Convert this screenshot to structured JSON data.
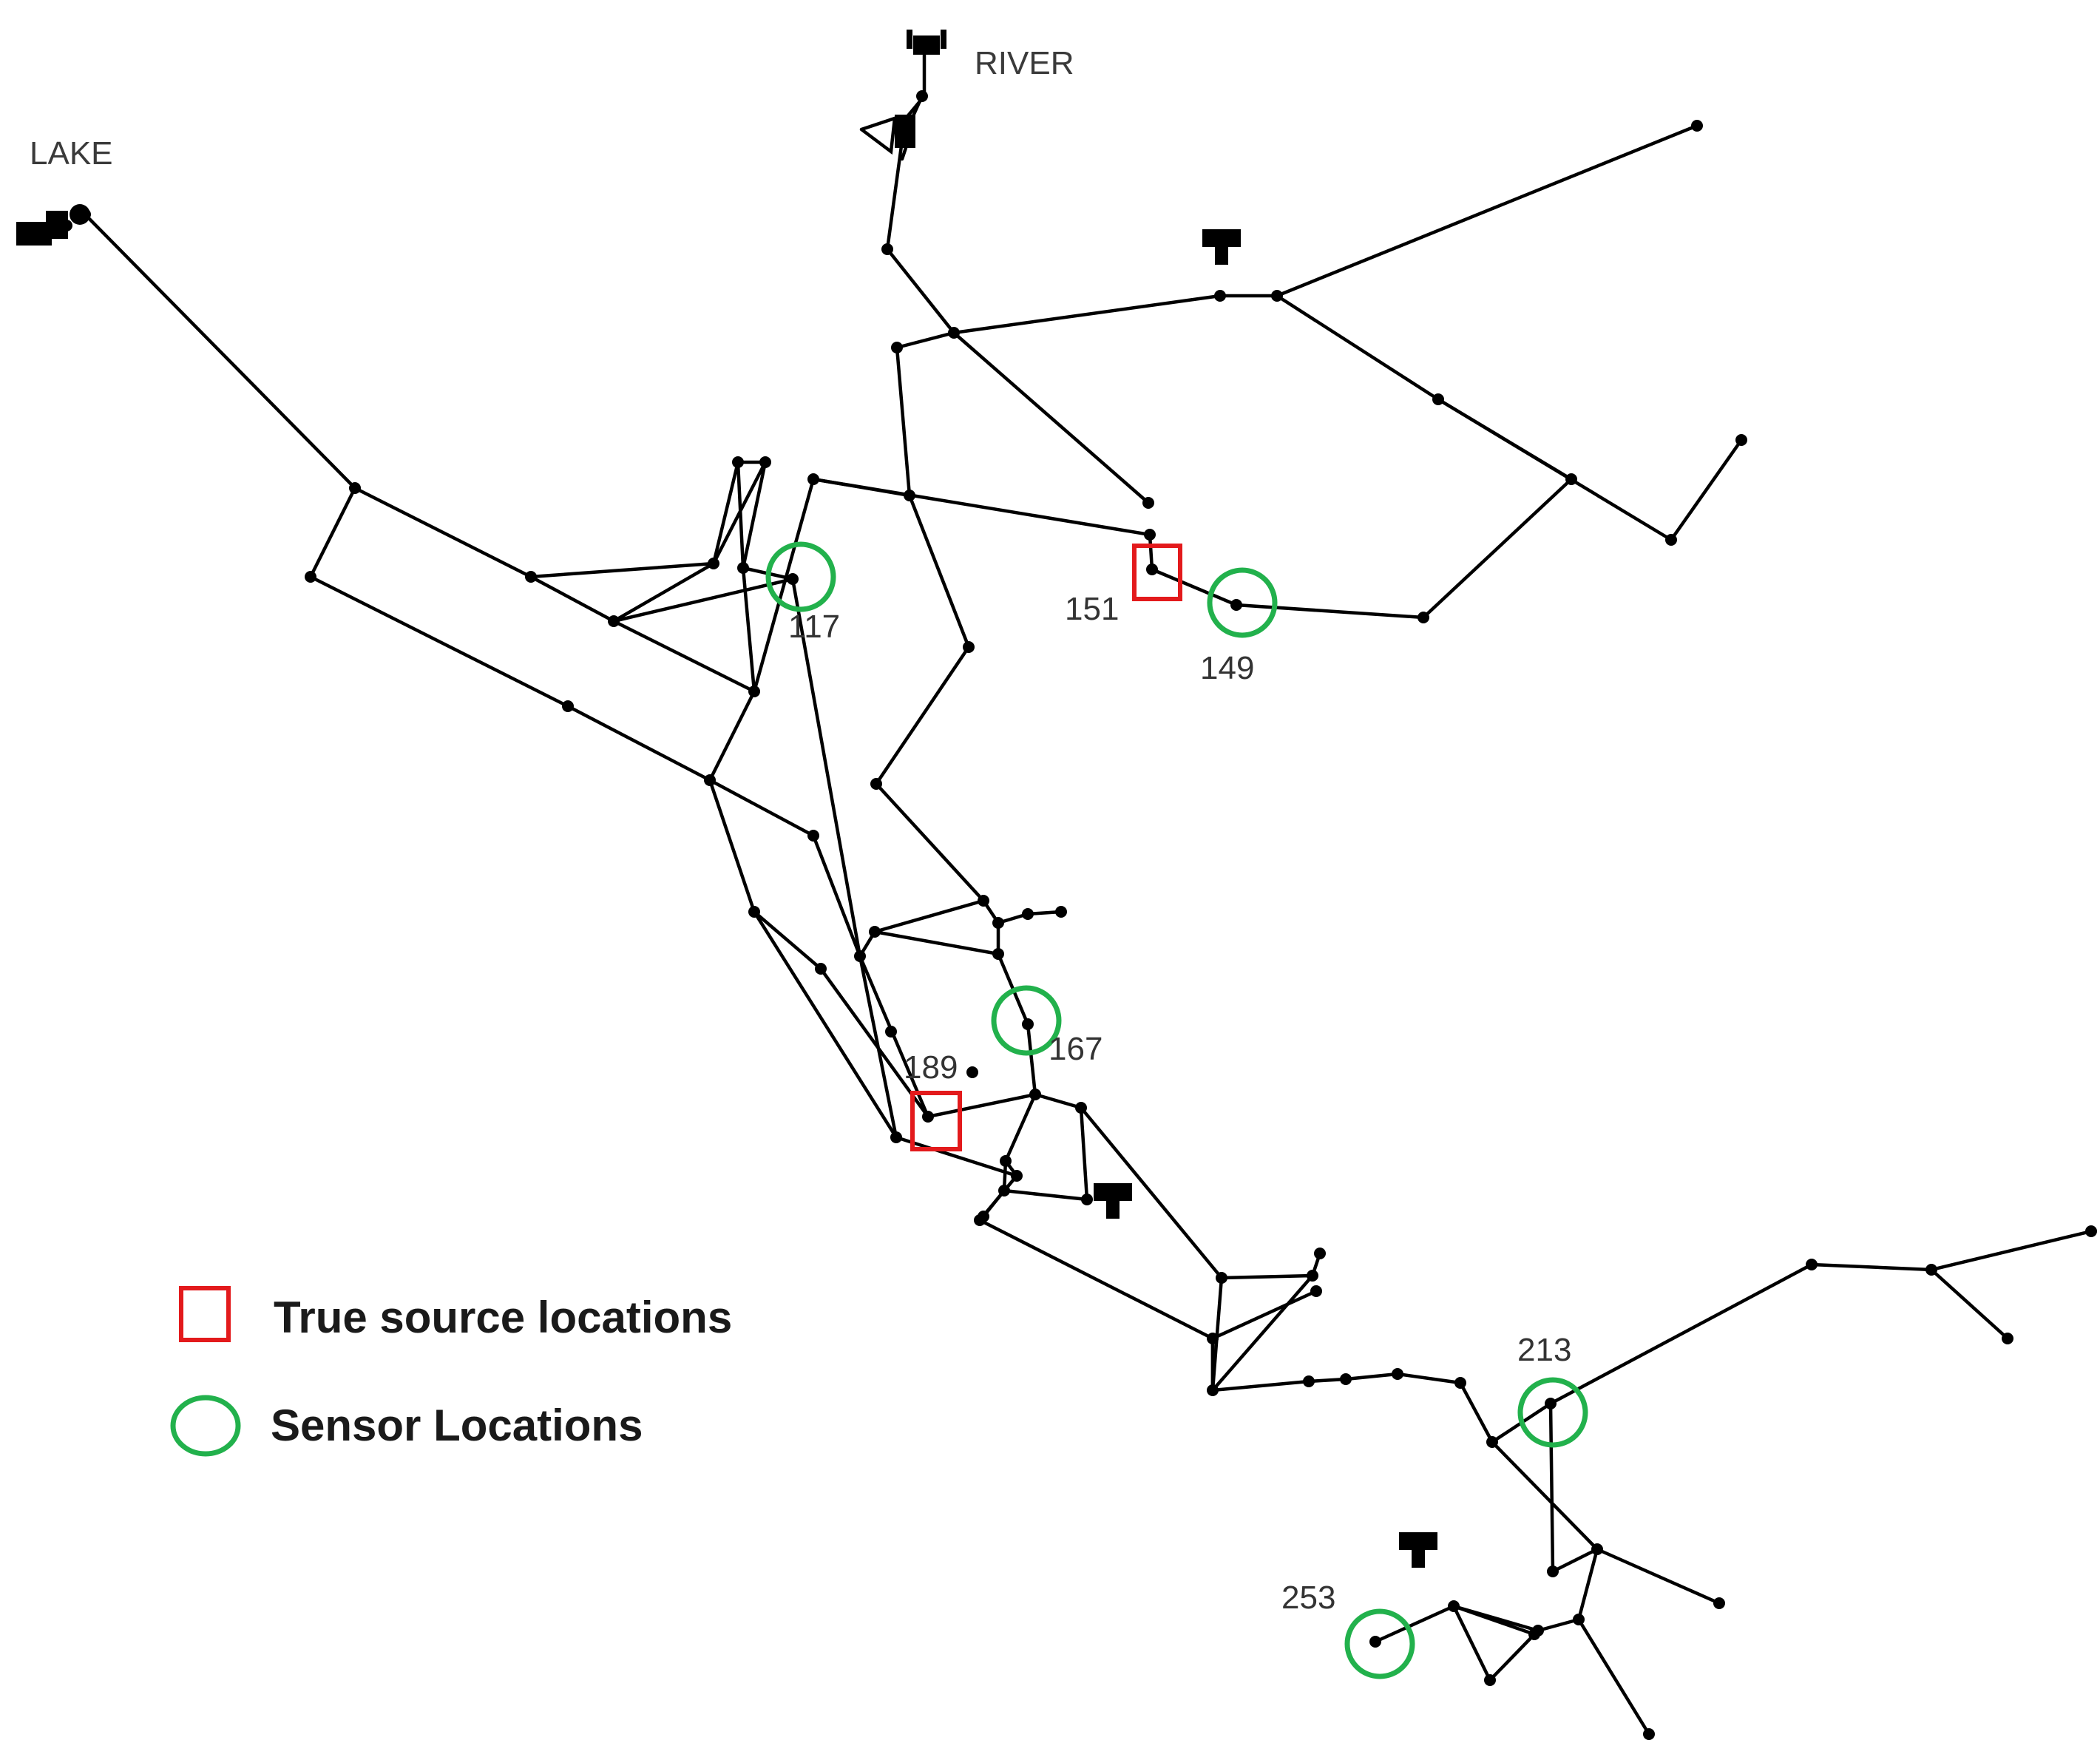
{
  "places": {
    "lake": "LAKE",
    "river": "RIVER"
  },
  "sensors": [
    {
      "label": "117"
    },
    {
      "label": "149"
    },
    {
      "label": "167"
    },
    {
      "label": "213"
    },
    {
      "label": "253"
    }
  ],
  "sources": [
    {
      "label": "151"
    },
    {
      "label": "189"
    }
  ],
  "legend": {
    "source_label": "True source locations",
    "sensor_label": "Sensor Locations"
  },
  "colors": {
    "pipe": "#000000",
    "sensor": "#22b14c",
    "source": "#e31a1c"
  },
  "icons": [
    "tank-icon",
    "reservoir-icon",
    "junction-node"
  ]
}
